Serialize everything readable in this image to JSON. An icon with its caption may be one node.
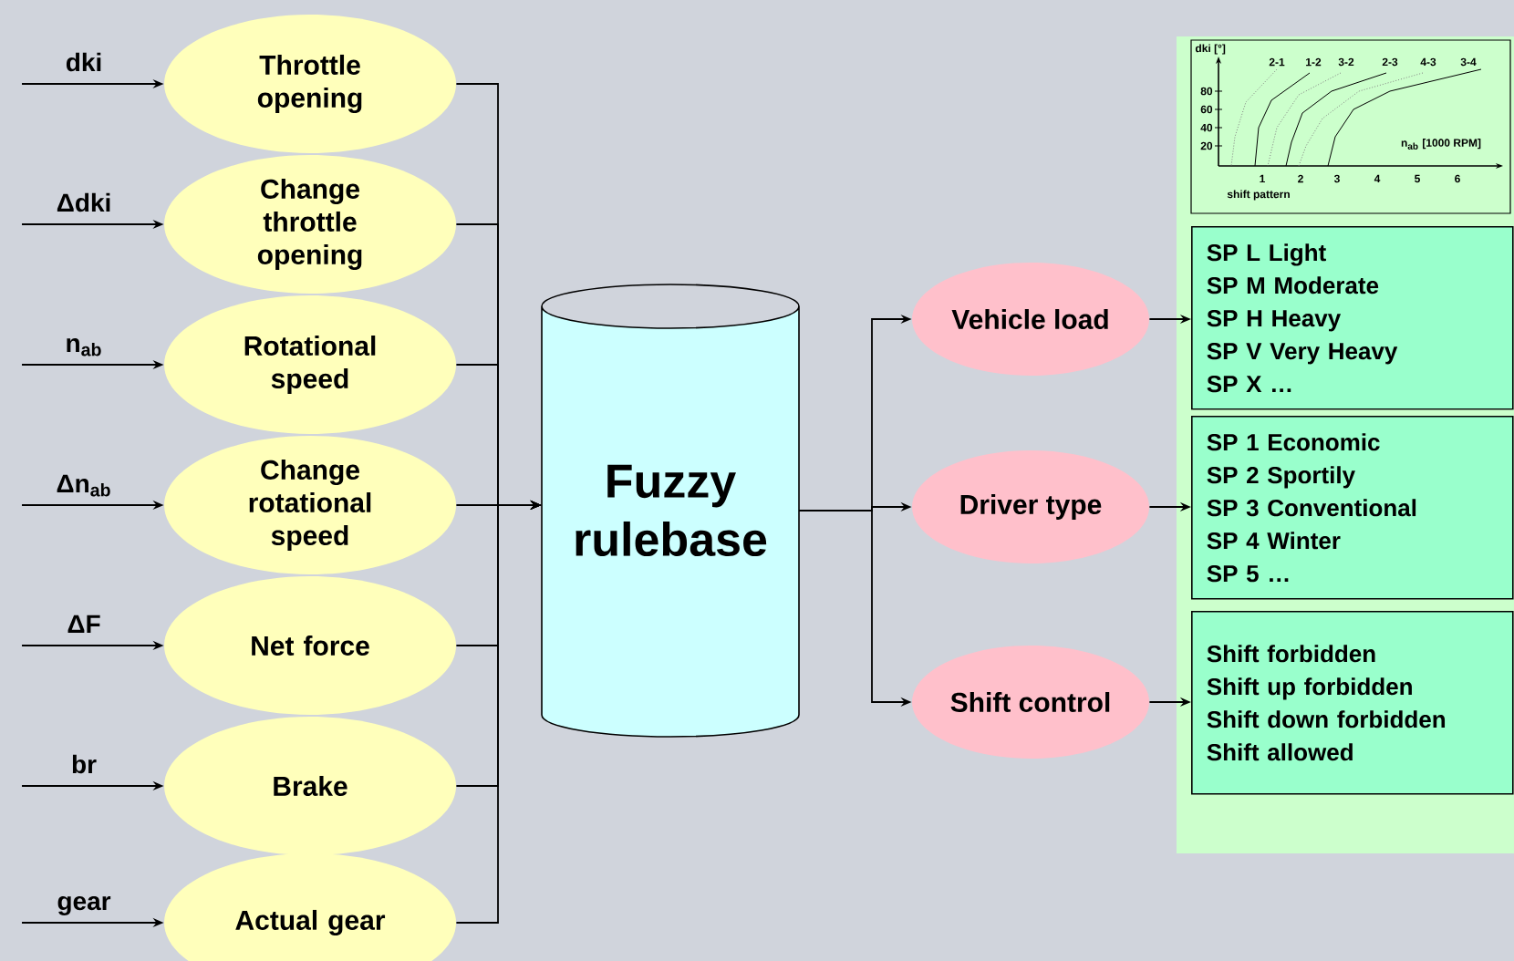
{
  "diagram": {
    "nodes": [
      {
        "text": [
          "Throttle opening"
        ]
      },
      {
        "text": [
          "Change throttle opening"
        ]
      },
      {
        "text": [
          "Rotational speed"
        ]
      },
      {
        "text": [
          "Change rotational speed"
        ]
      },
      {
        "text": [
          "Net force"
        ]
      },
      {
        "text": [
          "Brake"
        ]
      },
      {
        "text": [
          "Actual gear"
        ]
      },
      {
        "text": [
          "Fuzzy rulebase"
        ]
      },
      {
        "text": [
          "Vehicle load"
        ]
      },
      {
        "text": [
          "Driver type"
        ]
      },
      {
        "text": [
          "Shift control"
        ]
      },
      {
        "text": [
          "SP L Light",
          "SP M Moderate",
          "SP H Heavy",
          "SP V Very Heavy",
          "SP X …"
        ]
      },
      {
        "text": [
          "SP 1 Economic",
          "SP 2 Sportily",
          "SP 3 Conventional",
          "SP 4 Winter",
          "SP 5 …"
        ]
      },
      {
        "text": [
          "Shift forbidden",
          "Shift up forbidden",
          "Shift down forbidden",
          "Shift allowed"
        ]
      }
    ],
    "edges": [
      {
        "from": null,
        "to": 0,
        "arrow": "to",
        "label": "dki"
      },
      {
        "from": null,
        "to": 1,
        "arrow": "to",
        "label": "Δdki"
      },
      {
        "from": null,
        "to": 2,
        "arrow": "to",
        "label": "n$_{ab}$"
      },
      {
        "from": null,
        "to": 3,
        "arrow": "to",
        "label": "Δn$_{ab}$"
      },
      {
        "from": null,
        "to": 4,
        "arrow": "to",
        "label": "ΔF"
      },
      {
        "from": null,
        "to": 5,
        "arrow": "to",
        "label": "br"
      },
      {
        "from": null,
        "to": 6,
        "arrow": "to",
        "label": "gear"
      },
      {
        "from": 0,
        "to": 7,
        "arrow": "to"
      },
      {
        "from": 1,
        "to": 7,
        "arrow": "to"
      },
      {
        "from": 2,
        "to": 7,
        "arrow": "to"
      },
      {
        "from": 3,
        "to": 7,
        "arrow": "to"
      },
      {
        "from": 4,
        "to": 7,
        "arrow": "to"
      },
      {
        "from": 5,
        "to": 7,
        "arrow": "to"
      },
      {
        "from": 6,
        "to": 7,
        "arrow": "to"
      },
      {
        "from": 7,
        "to": 8,
        "arrow": "to"
      },
      {
        "from": 7,
        "to": 9,
        "arrow": "to"
      },
      {
        "from": 7,
        "to": 10,
        "arrow": "to"
      },
      {
        "from": 8,
        "to": 11,
        "arrow": "to"
      },
      {
        "from": 9,
        "to": 12,
        "arrow": "to"
      },
      {
        "from": 10,
        "to": 13,
        "arrow": "to"
      }
    ],
    "labels": [
      "dki [°]",
      "2-1",
      "1-2",
      "3-2",
      "2-3",
      "4-3",
      "3-4",
      "80",
      "60",
      "40",
      "20",
      "n$_{ab}$ [1000 RPM]",
      "1",
      "2",
      "3",
      "4",
      "5",
      "6",
      "shift pattern"
    ]
  }
}
